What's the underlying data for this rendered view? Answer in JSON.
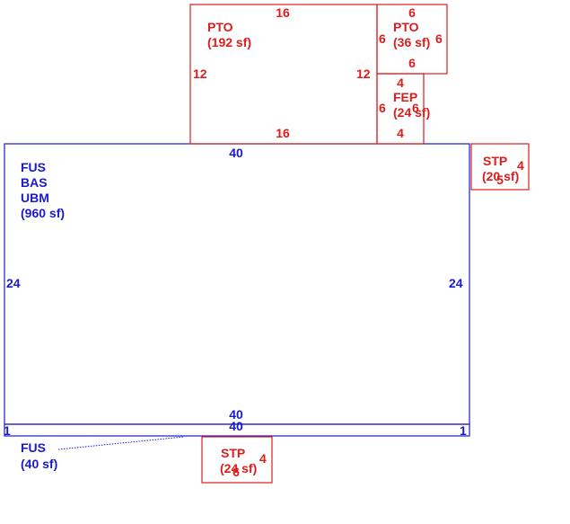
{
  "colors": {
    "main_structure": "#1a1acc",
    "additions": "#dd1c1c"
  },
  "areas": {
    "main": {
      "lines": [
        "FUS",
        "BAS",
        "UBM",
        "(960 sf)"
      ],
      "dims": {
        "top": "40",
        "bottom": "40",
        "left": "24",
        "right": "24"
      }
    },
    "strip": {
      "lines": [
        "FUS",
        "(40 sf)"
      ],
      "dims": {
        "top": "40",
        "left": "1",
        "right": "1"
      }
    },
    "pto_large": {
      "lines": [
        "PTO",
        "(192 sf)"
      ],
      "dims": {
        "top": "16",
        "bottom": "16",
        "left": "12",
        "right": "12"
      }
    },
    "pto_small": {
      "lines": [
        "PTO",
        "(36 sf)"
      ],
      "dims": {
        "top": "6",
        "bottom": "6",
        "left": "6",
        "right": "6"
      }
    },
    "fep": {
      "lines": [
        "FEP",
        "(24 sf)"
      ],
      "dims": {
        "top": "4",
        "bottom": "4",
        "left": "6",
        "right": "6"
      }
    },
    "stp_right": {
      "lines": [
        "STP",
        "(20 sf)"
      ],
      "dims": {
        "right": "4",
        "bottom": "5"
      }
    },
    "stp_bottom": {
      "lines": [
        "STP",
        "(24 sf)"
      ],
      "dims": {
        "right": "4",
        "bottom": "6"
      }
    }
  }
}
